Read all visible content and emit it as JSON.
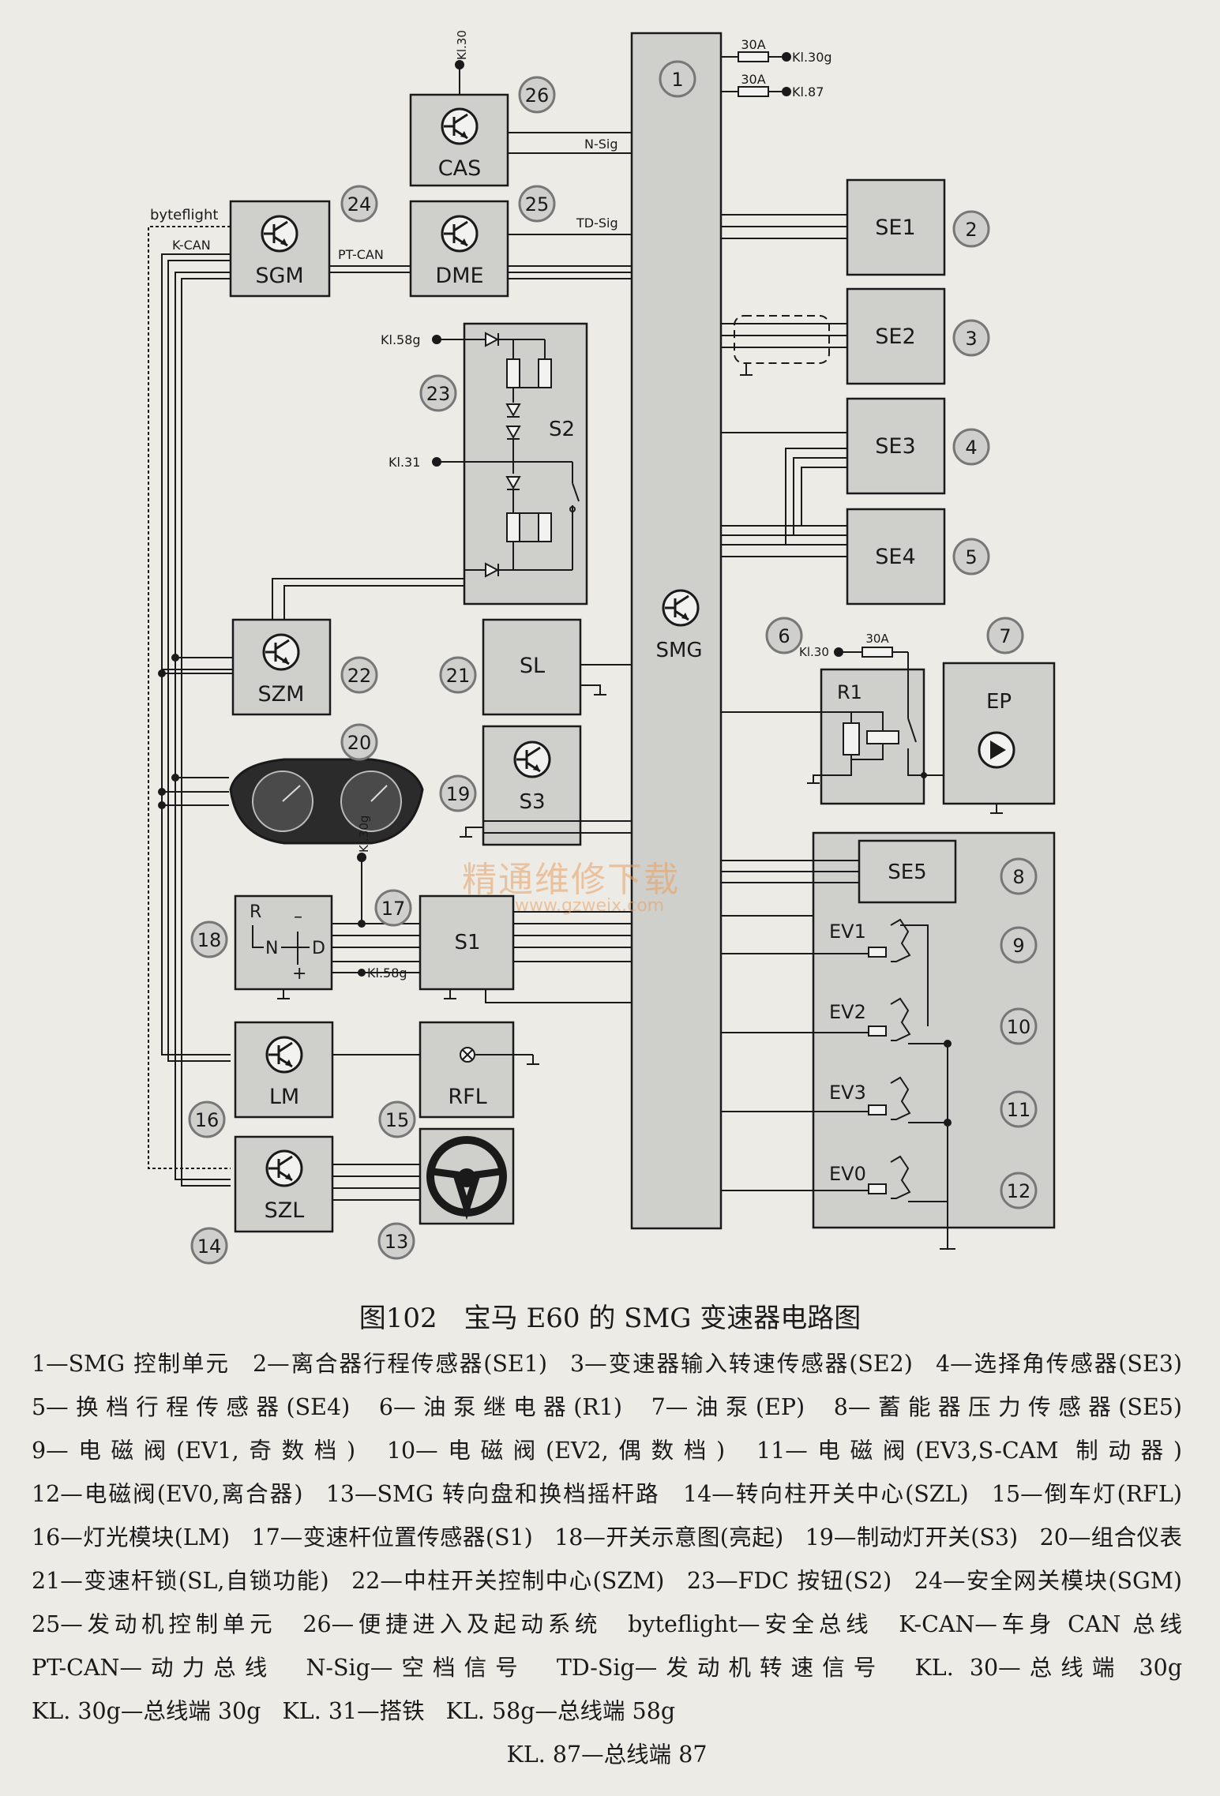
{
  "figure": {
    "caption": "图102　宝马 E60 的 SMG 变速器电路图",
    "watermark": {
      "cn": "精通维修下载",
      "url": "www.gzweix.com",
      "color": "#e8a060"
    },
    "colors": {
      "box_fill": "#cfcfcc",
      "line": "#1a1a1a",
      "badge_fill": "#cfcfcc"
    }
  },
  "components": {
    "smg": "SMG",
    "cas": "CAS",
    "dme": "DME",
    "sgm": "SGM",
    "szm": "SZM",
    "lm": "LM",
    "szl": "SZL",
    "rfl": "RFL",
    "sl": "SL",
    "s1": "S1",
    "s2": "S2",
    "s3": "S3",
    "r1": "R1",
    "ep": "EP",
    "se1": "SE1",
    "se2": "SE2",
    "se3": "SE3",
    "se4": "SE4",
    "se5": "SE5",
    "ev1": "EV1",
    "ev2": "EV2",
    "ev3": "EV3",
    "ev0": "EV0"
  },
  "signals": {
    "kl30": "Kl.30",
    "kl30g": "Kl.30g",
    "kl87": "Kl.87",
    "kl58g": "Kl.58g",
    "kl31": "Kl.31",
    "fuse_30a": "30A",
    "n_sig": "N-Sig",
    "td_sig": "TD-Sig",
    "pt_can": "PT-CAN",
    "k_can": "K-CAN",
    "byteflight": "byteflight"
  },
  "gear_switch": {
    "r": "R",
    "n": "N",
    "d": "D",
    "minus": "–",
    "plus": "+"
  },
  "badges": [
    "1",
    "2",
    "3",
    "4",
    "5",
    "6",
    "7",
    "8",
    "9",
    "10",
    "11",
    "12",
    "13",
    "14",
    "15",
    "16",
    "17",
    "18",
    "19",
    "20",
    "21",
    "22",
    "23",
    "24",
    "25",
    "26"
  ],
  "legend": [
    "1—SMG 控制单元",
    "2—离合器行程传感器(SE1)",
    "3—变速器输入转速传感器(SE2)",
    "4—选择角传感器(SE3)",
    "5—换档行程传感器(SE4)",
    "6—油泵继电器(R1)",
    "7—油泵(EP)",
    "8—蓄能器压力传感器(SE5)",
    "9—电磁阀(EV1,奇数档)",
    "10—电磁阀(EV2,偶数档)",
    "11—电磁阀(EV3,S-CAM 制动器)",
    "12—电磁阀(EV0,离合器)",
    "13—SMG 转向盘和换档摇杆路",
    "14—转向柱开关中心(SZL)",
    "15—倒车灯(RFL)",
    "16—灯光模块(LM)",
    "17—变速杆位置传感器(S1)",
    "18—开关示意图(亮起)",
    "19—制动灯开关(S3)",
    "20—组合仪表",
    "21—变速杆锁(SL,自锁功能)",
    "22—中柱开关控制中心(SZM)",
    "23—FDC 按钮(S2)",
    "24—安全网关模块(SGM)",
    "25—发动机控制单元",
    "26—便捷进入及起动系统",
    "byteflight—安全总线",
    "K-CAN—车身 CAN 总线",
    "PT-CAN—动力总线",
    "N-Sig—空档信号",
    "TD-Sig—发动机转速信号",
    "KL. 30—总线端 30g",
    "KL. 30g—总线端 30g",
    "KL. 31—搭铁",
    "KL. 58g—总线端 58g",
    "KL. 87—总线端 87"
  ]
}
